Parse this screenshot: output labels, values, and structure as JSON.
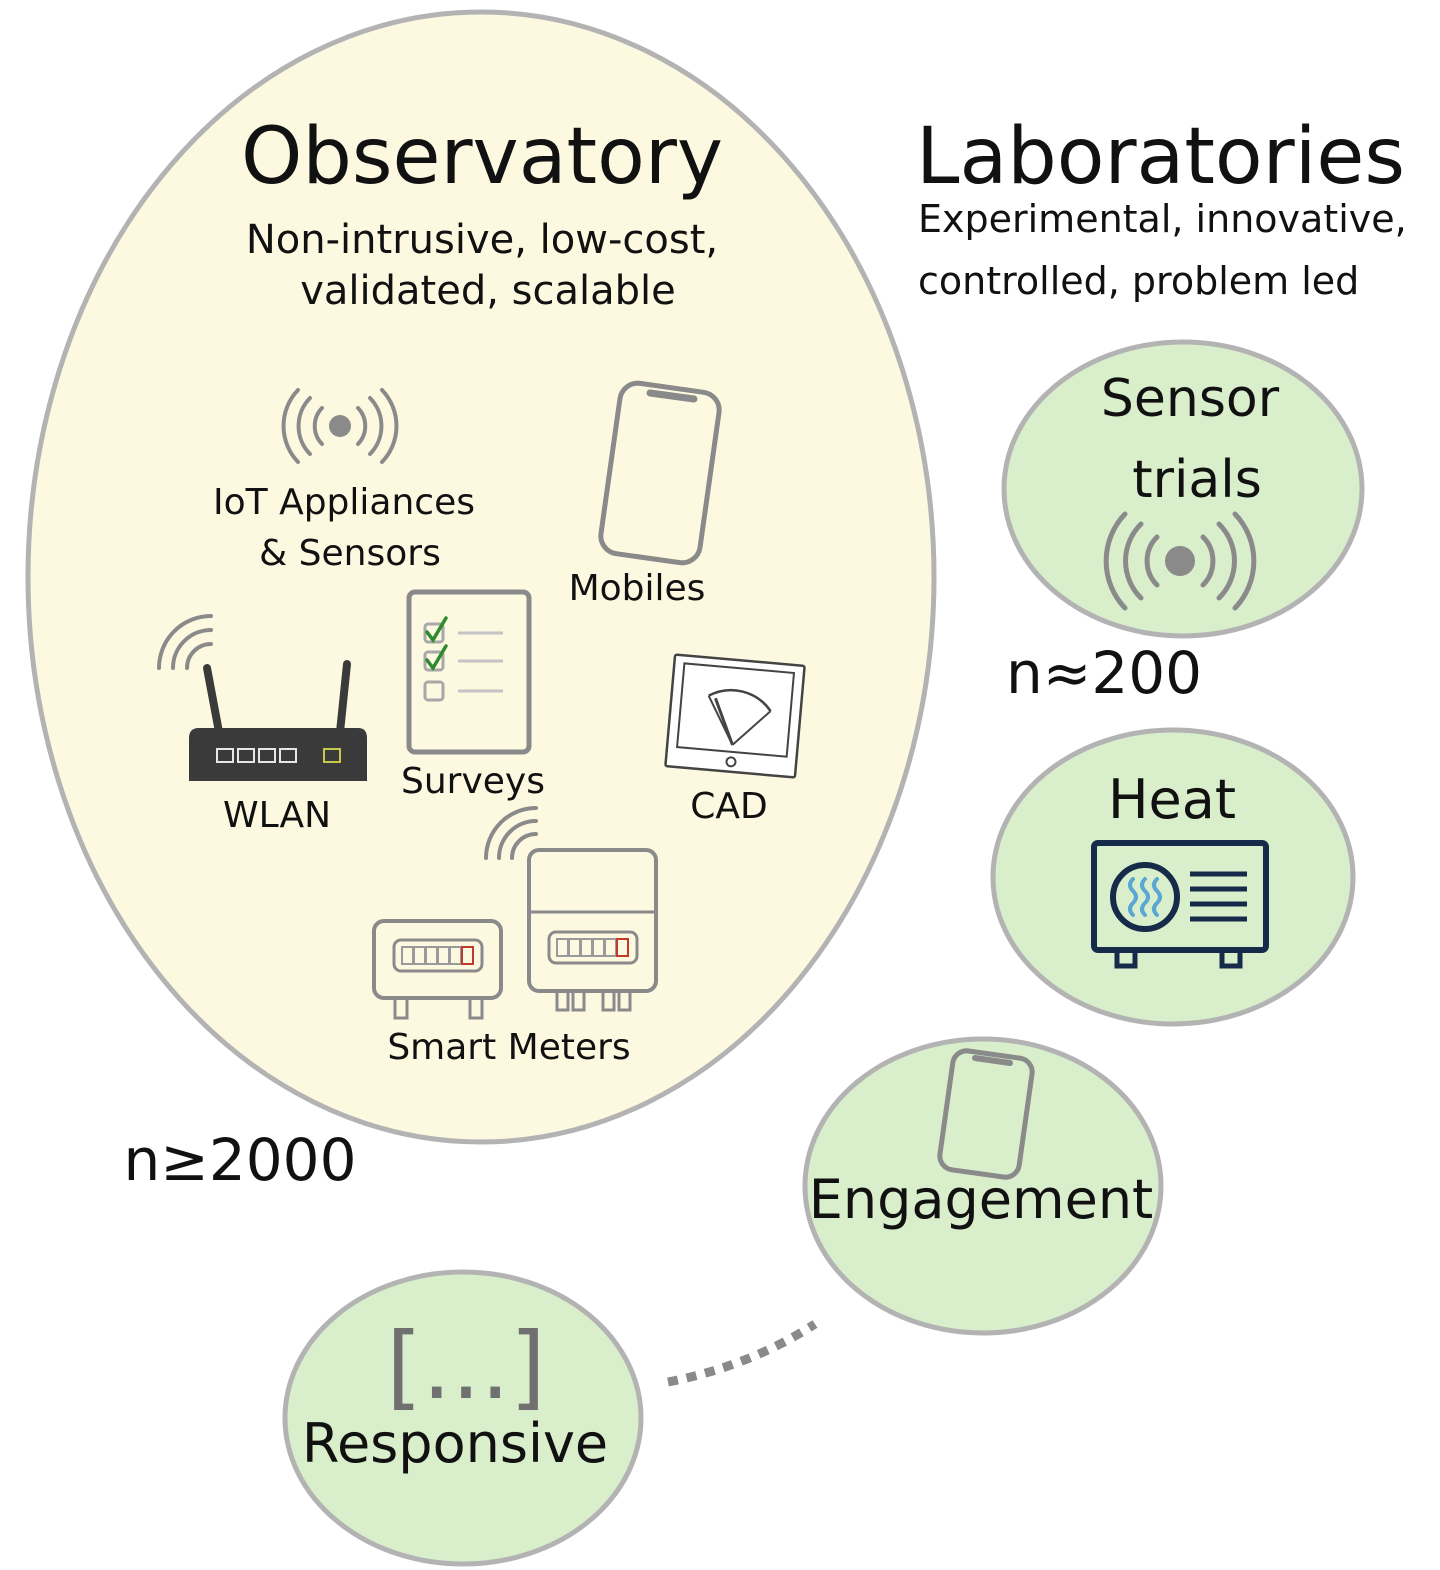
{
  "observatory": {
    "title": "Observatory",
    "subtitle_line1": "Non-intrusive, low-cost,",
    "subtitle_line2": "validated, scalable",
    "count": "n≥2000",
    "sources": {
      "iot_line1": "IoT Appliances",
      "iot_line2": "& Sensors",
      "mobiles": "Mobiles",
      "wlan": "WLAN",
      "surveys": "Surveys",
      "cad": "CAD",
      "smart_meters": "Smart Meters"
    }
  },
  "laboratories": {
    "title": "Laboratories",
    "subtitle_line1": "Experimental, innovative,",
    "subtitle_line2": "controlled, problem led",
    "count": "n≈200",
    "labs": {
      "sensor_line1": "Sensor",
      "sensor_line2": "trials",
      "heat": "Heat",
      "engagement": "Engagement",
      "responsive_mark": "[...]",
      "responsive": "Responsive"
    }
  },
  "colors": {
    "observatory_fill": "#fdf9e1",
    "lab_fill": "#d9eecb",
    "outline": "#b3b3b3",
    "icon_gray": "#8a8a8a",
    "check_green": "#2f8a2f",
    "heat_navy": "#162a4a",
    "heat_blue": "#5aa7d6",
    "meter_red": "#c0392b"
  },
  "icons": [
    "broadcast-icon",
    "phone-icon",
    "router-icon",
    "survey-icon",
    "cad-tablet-icon",
    "smart-meter-icon",
    "heat-pump-icon"
  ]
}
